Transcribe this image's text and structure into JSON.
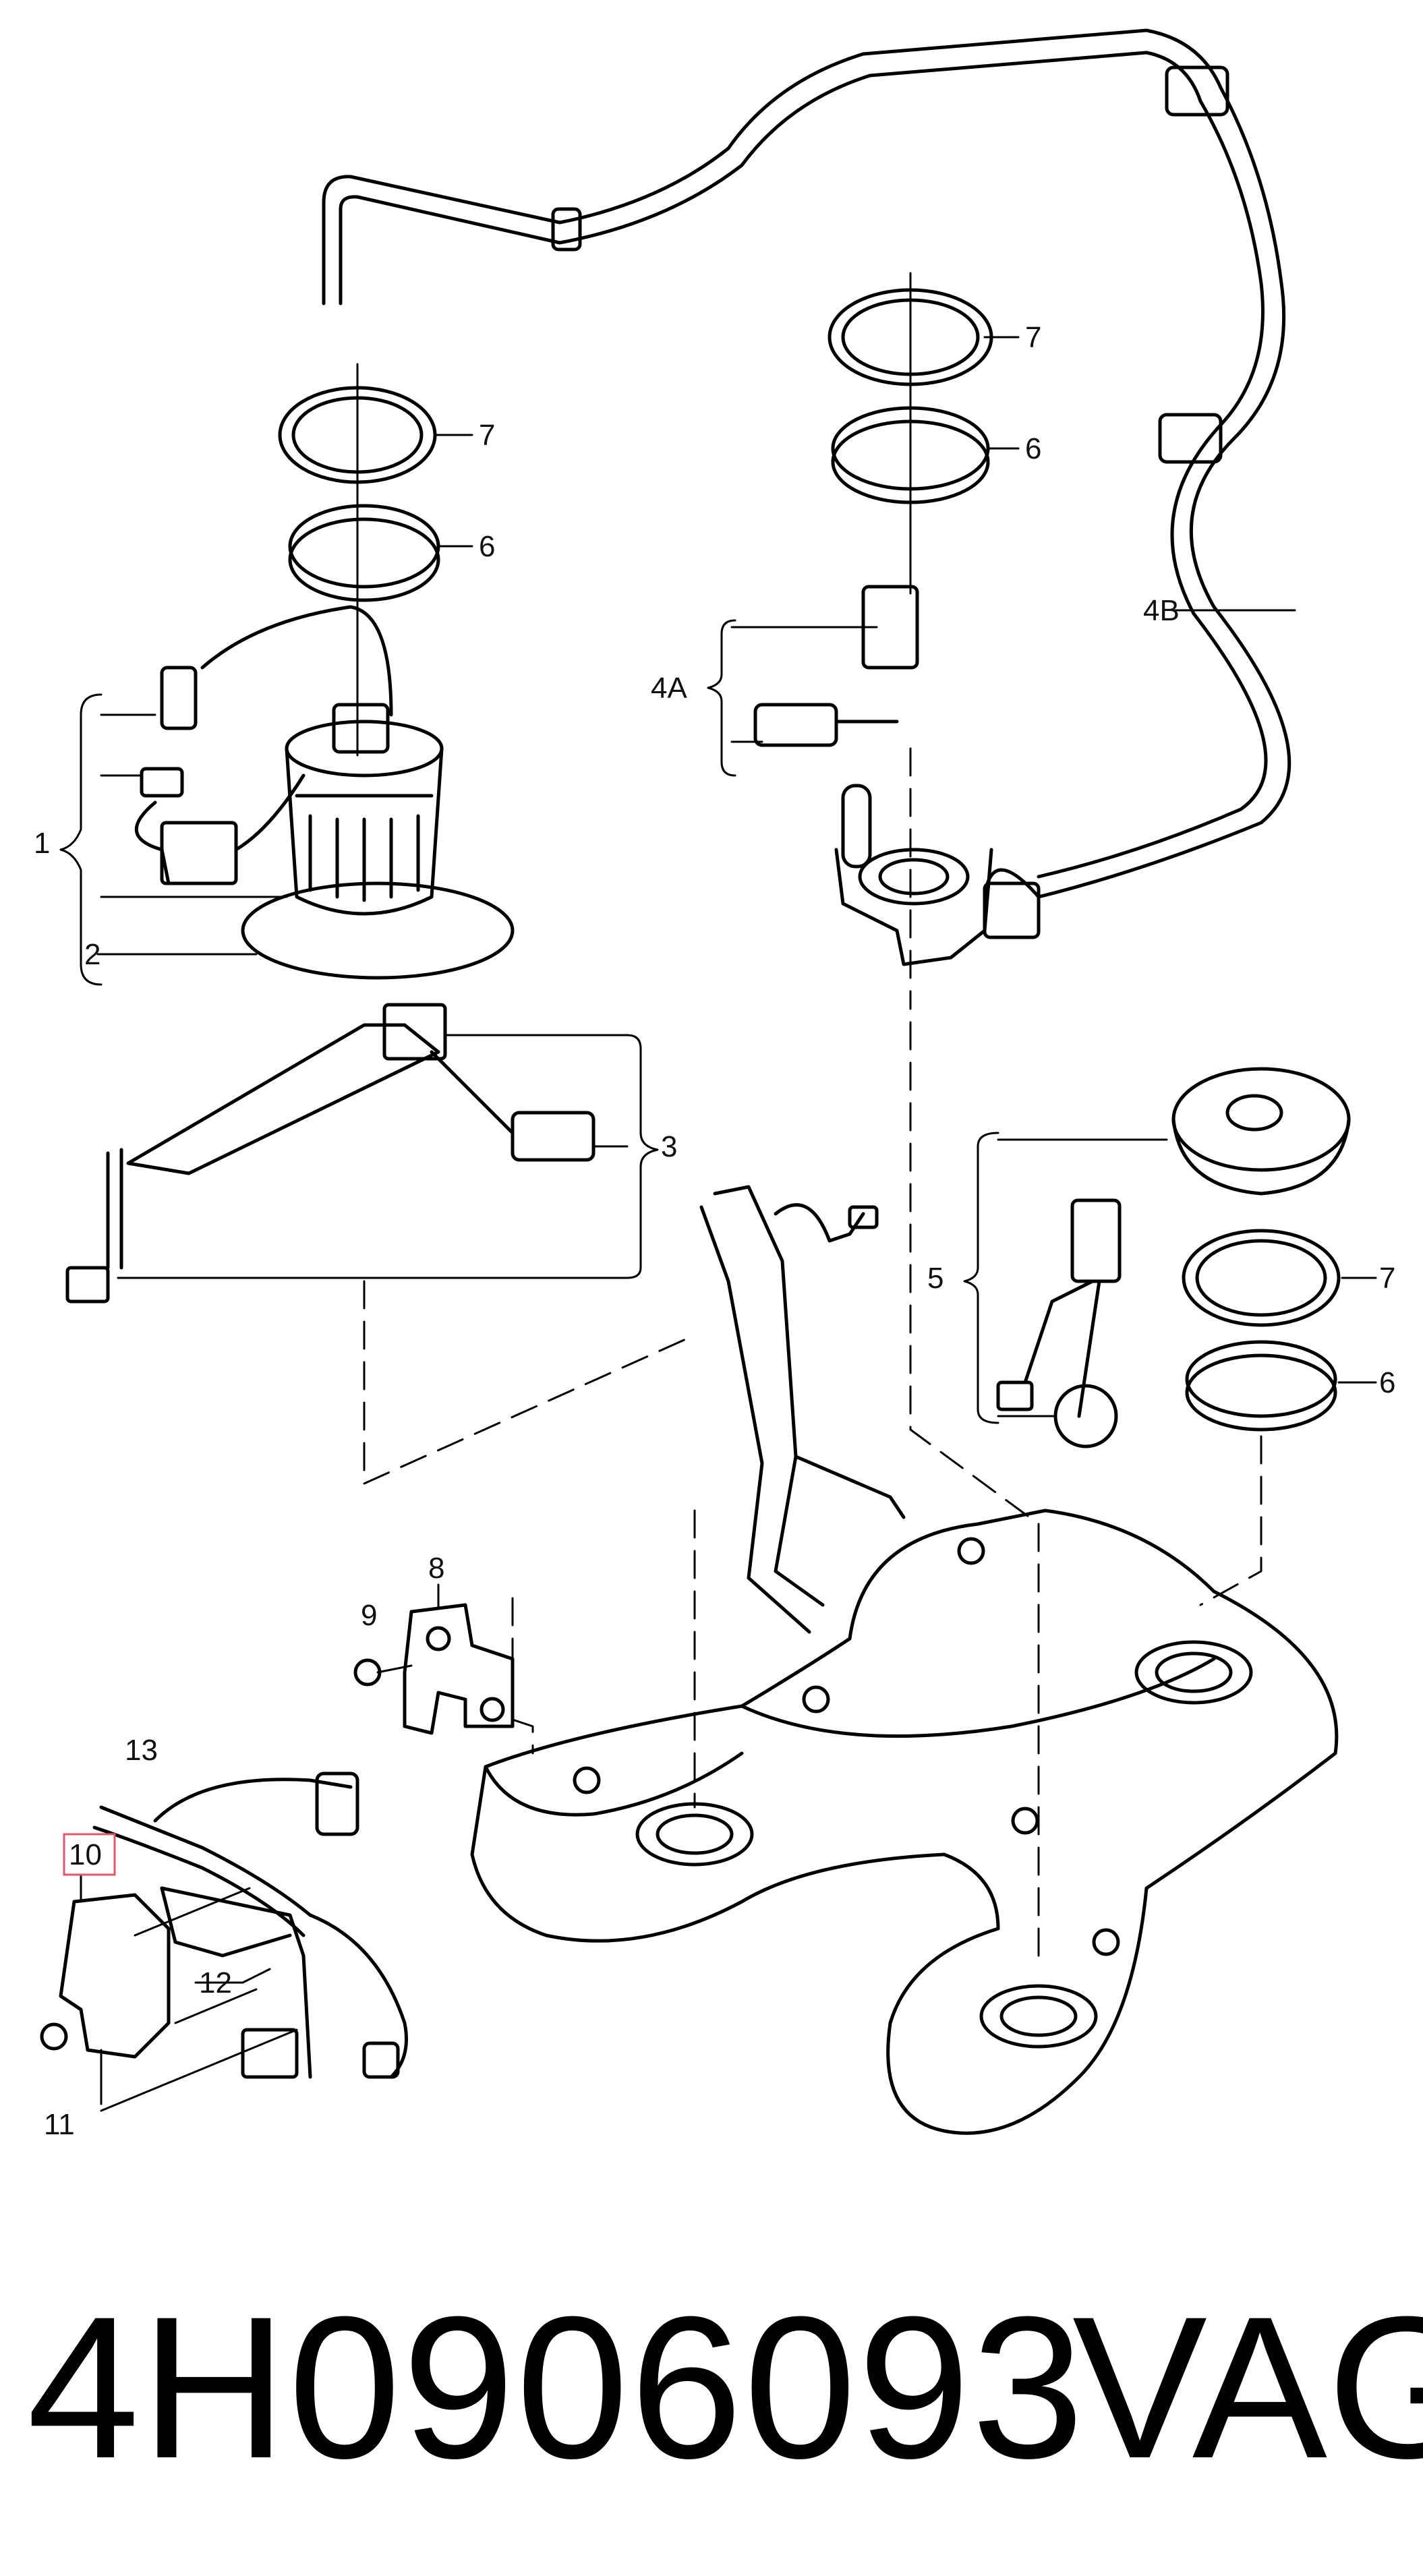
{
  "callouts": {
    "c1": "1",
    "c2": "2",
    "c3": "3",
    "c4A": "4A",
    "c4B": "4B",
    "c5": "5",
    "c6a": "6",
    "c6b": "6",
    "c6c": "6",
    "c7a": "7",
    "c7b": "7",
    "c7c": "7",
    "c8": "8",
    "c9": "9",
    "c10": "10",
    "c11": "11",
    "c12": "12",
    "c13": "13"
  },
  "highlight_color": "#e0566a",
  "part_number": "4H0906093",
  "brand": "VAG"
}
